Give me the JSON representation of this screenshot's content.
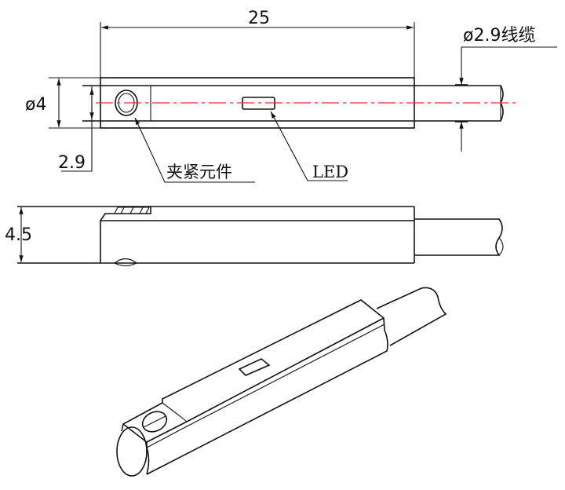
{
  "dimensions": {
    "length": "25",
    "diameter": "ø4",
    "cable": "ø2.9线缆",
    "offset": "2.9",
    "height": "4.5"
  },
  "labels": {
    "clamp": "夹紧元件",
    "led": "LED"
  },
  "colors": {
    "centerline": "#e8302e",
    "line": "#111111"
  }
}
